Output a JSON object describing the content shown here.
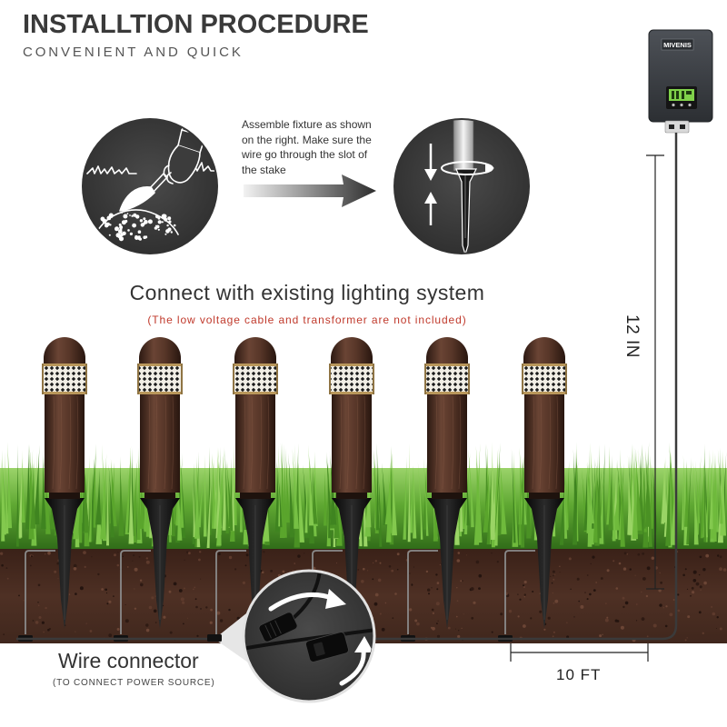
{
  "header": {
    "title": "INSTALLTION PROCEDURE",
    "subtitle": "CONVENIENT AND QUICK"
  },
  "step_assemble": {
    "instruction": "Assemble fixture as shown on the right. Make sure the wire go through the slot of the stake"
  },
  "connect": {
    "heading": "Connect with existing lighting system",
    "note": "(The low voltage cable and transformer are not included)"
  },
  "transformer": {
    "brand": "MIVENIS"
  },
  "dimensions": {
    "height": "12 IN",
    "length": "10 FT"
  },
  "connector": {
    "label": "Wire connector",
    "sublabel": "(TO CONNECT POWER SOURCE)"
  },
  "icons": {
    "step_dig": "hand-trowel-digging-icon",
    "step_assemble": "stake-assembly-icon",
    "step_arrow": "right-arrow-icon",
    "connector_detail": "wire-connector-detail-icon",
    "device": "transformer-icon"
  },
  "colors": {
    "text": "#333333",
    "note_red": "#c0392b",
    "circle_fill": "#3c3c3c",
    "grass": "#5fa832",
    "soil": "#4a2c22",
    "wood": "#5b3a2d",
    "stake": "#111111",
    "transformer": "#3a3e43",
    "lcd": "#7fd14a"
  }
}
